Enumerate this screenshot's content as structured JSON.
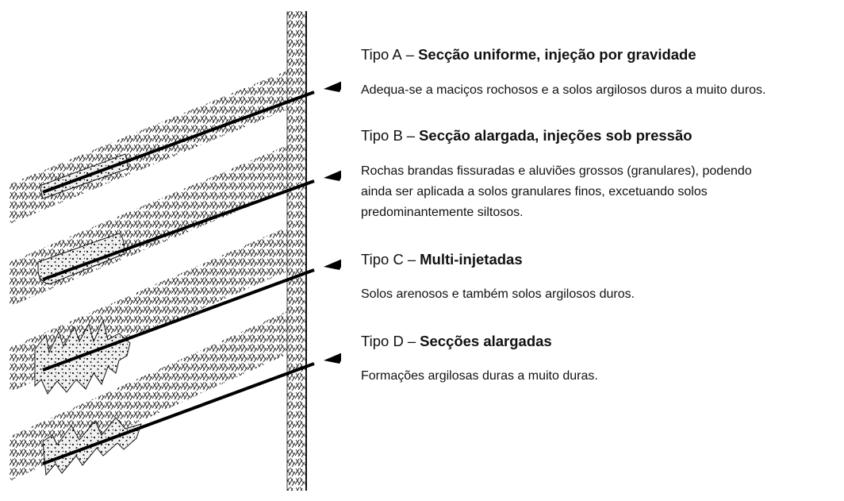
{
  "types": [
    {
      "code": "Tipo A",
      "separator": "–",
      "name": "Secção uniforme, injeção por gravidade",
      "description_lines": [
        "Adequa-se a maciços rochosos e a solos argilosos duros a muito duros."
      ]
    },
    {
      "code": "Tipo B",
      "separator": "–",
      "name": "Secção alargada, injeções sob pressão",
      "description_lines": [
        "Rochas brandas fissuradas e aluviões grossos (granulares), podendo",
        "ainda ser aplicada a solos granulares finos, excetuando solos",
        "predominantemente siltosos."
      ]
    },
    {
      "code": "Tipo C",
      "separator": "–",
      "name": "Multi-injetadas",
      "description_lines": [
        "Solos arenosos e também solos argilosos duros."
      ]
    },
    {
      "code": "Tipo D",
      "separator": "–",
      "name": "Secções alargadas",
      "description_lines": [
        "Formações argilosas duras a muito duras."
      ]
    }
  ]
}
